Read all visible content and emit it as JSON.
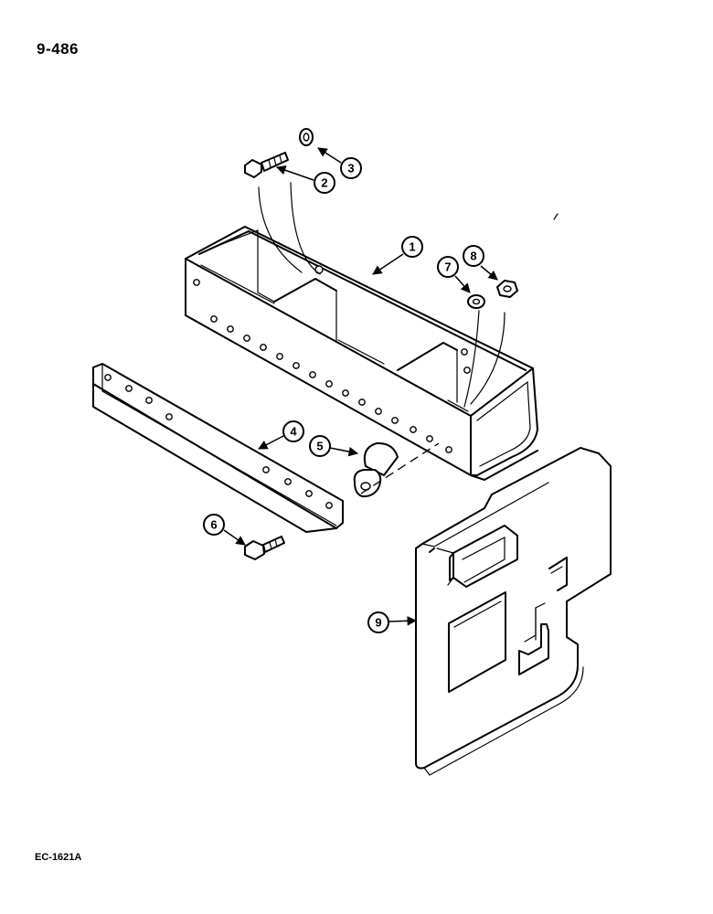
{
  "page_number": "9-486",
  "figure_code": "EC-1621A",
  "callouts": [
    {
      "num": "1"
    },
    {
      "num": "2"
    },
    {
      "num": "3"
    },
    {
      "num": "4"
    },
    {
      "num": "5"
    },
    {
      "num": "6"
    },
    {
      "num": "7"
    },
    {
      "num": "8"
    },
    {
      "num": "9"
    }
  ]
}
